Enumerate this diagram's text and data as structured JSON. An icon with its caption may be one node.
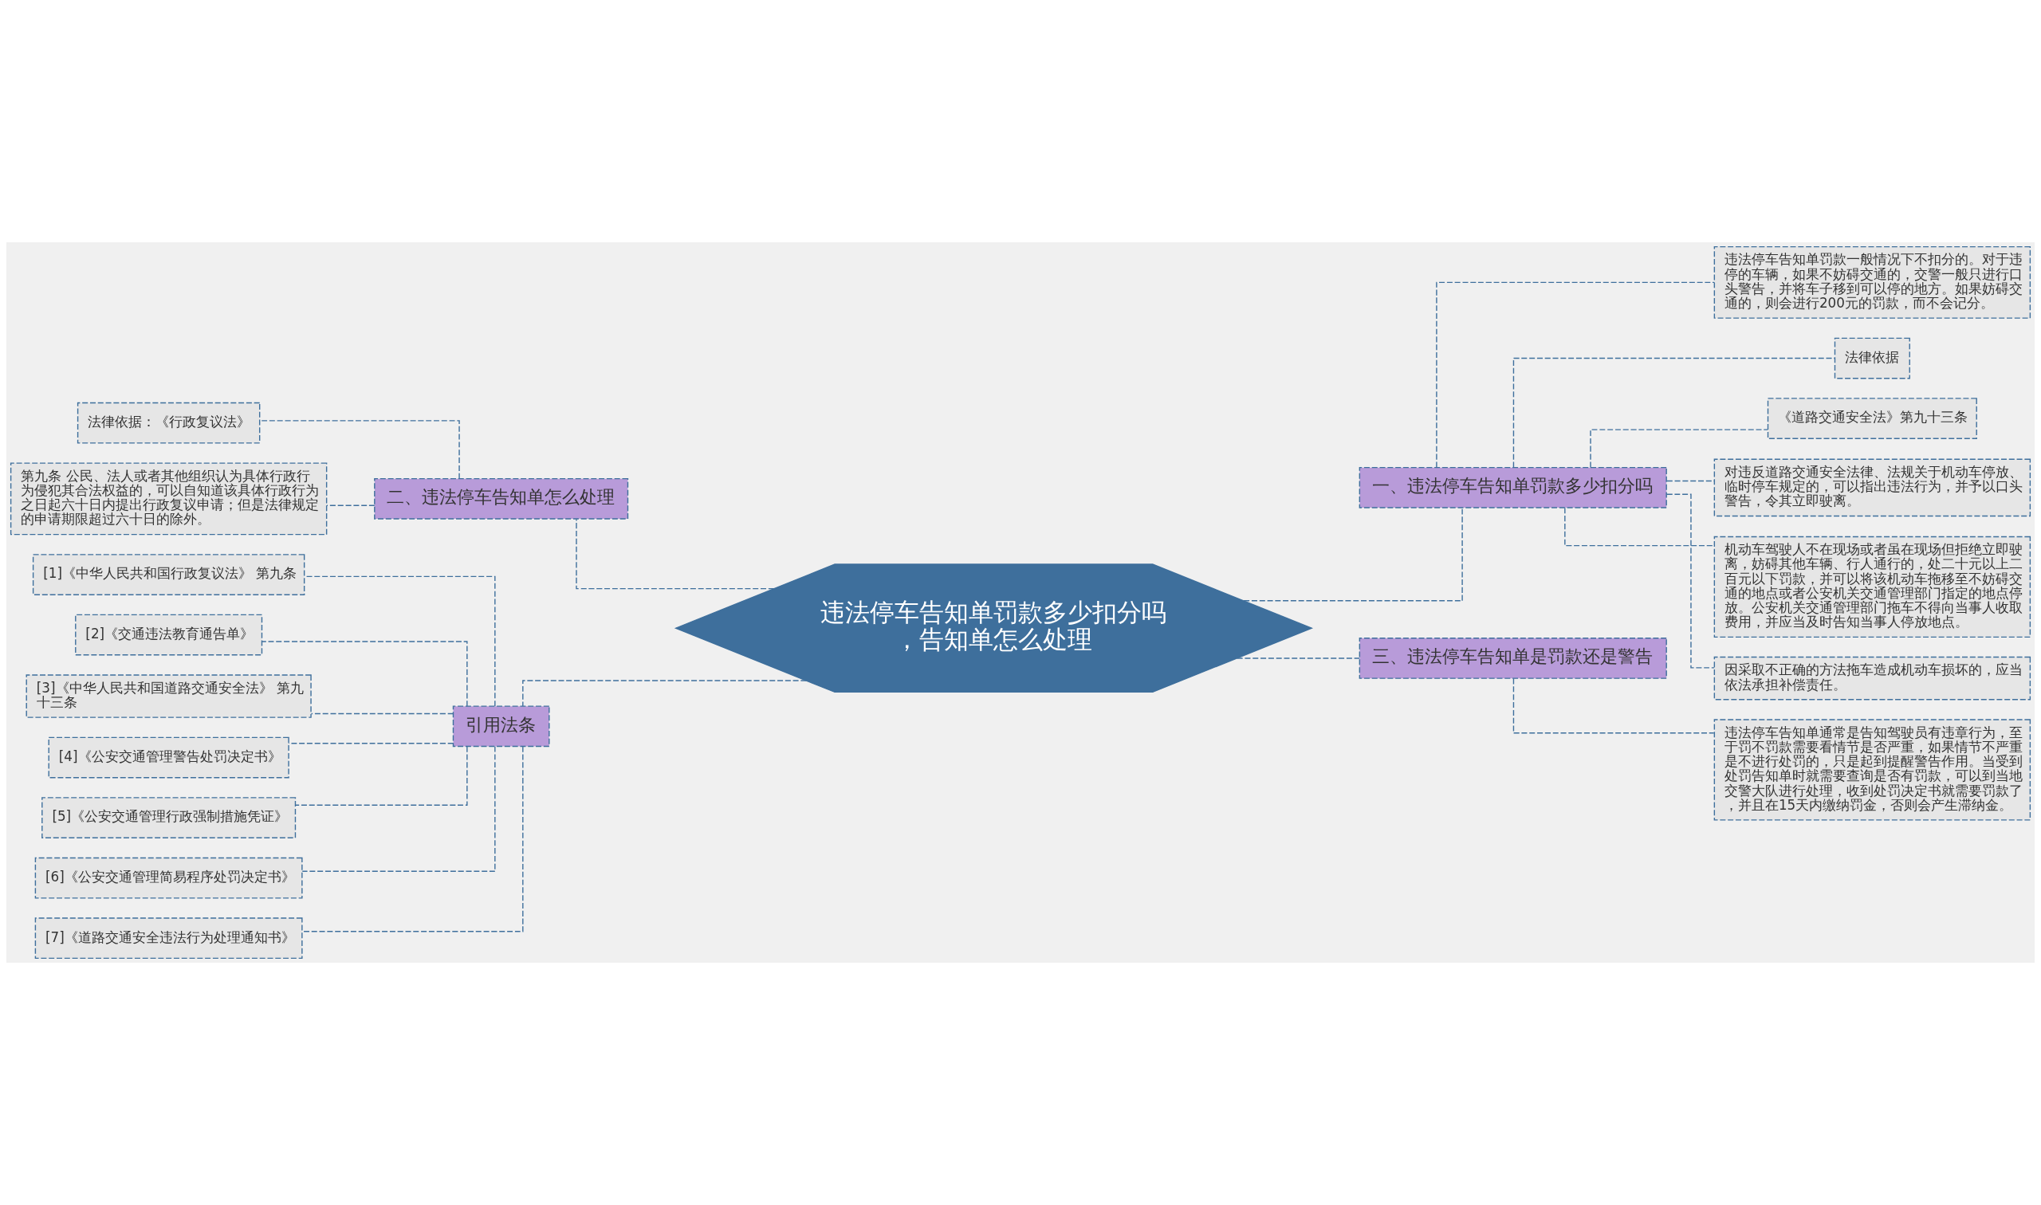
{
  "diagram": {
    "nodes": [
      {
        "text": [
          "违法停车告知单罚款多少扣分吗，告知单怎么处理"
        ]
      },
      {
        "text": [
          "一、违法停车告知单罚款多少扣分吗"
        ]
      },
      {
        "text": [
          "违法停车告知单罚款一般情况下不扣分的。对于违停的车辆，如果不妨碍交通的，交警一般只进行口头警告，并将车子移到可以停的地方。如果妨碍交通的，则会进行200元的罚款，而不会记分。"
        ]
      },
      {
        "text": [
          "法律依据"
        ]
      },
      {
        "text": [
          "《道路交通安全法》第九十三条"
        ]
      },
      {
        "text": [
          "对违反道路交通安全法律、法规关于机动车停放、临时停车规定的，可以指出违法行为，并予以口头警告，令其立即驶离。"
        ]
      },
      {
        "text": [
          "机动车驾驶人不在现场或者虽在现场但拒绝立即驶离，妨碍其他车辆、行人通行的，处二十元以上二百元以下罚款，并可以将该机动车拖移至不妨碍交通的地点或者公安机关交通管理部门指定的地点停放。公安机关交通管理部门拖车不得向当事人收取费用，并应当及时告知当事人停放地点。"
        ]
      },
      {
        "text": [
          "因采取不正确的方法拖车造成机动车损坏的，应当依法承担补偿责任。"
        ]
      },
      {
        "text": [
          "三、违法停车告知单是罚款还是警告"
        ]
      },
      {
        "text": [
          "违法停车告知单通常是告知驾驶员有违章行为，至于罚不罚款需要看情节是否严重，如果情节不严重是不进行处罚的，只是起到提醒警告作用。当受到处罚告知单时就需要查询是否有罚款，可以到当地交警大队进行处理，收到处罚决定书就需要罚款了，并且在15天内缴纳罚金，否则会产生滞纳金。"
        ]
      },
      {
        "text": [
          "二、违法停车告知单怎么处理"
        ]
      },
      {
        "text": [
          "法律依据：《行政复议法》"
        ]
      },
      {
        "text": [
          "第九条 公民、法人或者其他组织认为具体行政行为侵犯其合法权益的，可以自知道该具体行政行为之日起六十日内提出行政复议申请；但是法律规定的申请期限超过六十日的除外。"
        ]
      },
      {
        "text": [
          "引用法条"
        ]
      },
      {
        "text": [
          "[1]《中华人民共和国行政复议法》 第九条"
        ]
      },
      {
        "text": [
          "[2]《交通违法教育通告单》"
        ]
      },
      {
        "text": [
          "[3]《中华人民共和国道路交通安全法》 第九十三条"
        ]
      },
      {
        "text": [
          "[4]《公安交通管理警告处罚决定书》"
        ]
      },
      {
        "text": [
          "[5]《公安交通管理行政强制措施凭证》"
        ]
      },
      {
        "text": [
          "[6]《公安交通管理简易程序处罚决定书》"
        ]
      },
      {
        "text": [
          "[7]《道路交通安全违法行为处理通知书》"
        ]
      }
    ],
    "edges": [
      {
        "from": 0,
        "to": 1,
        "arrow": "none",
        "style": "dashed"
      },
      {
        "from": 1,
        "to": 2,
        "arrow": "none",
        "style": "dashed"
      },
      {
        "from": 1,
        "to": 3,
        "arrow": "none",
        "style": "dashed"
      },
      {
        "from": 1,
        "to": 4,
        "arrow": "none",
        "style": "dashed"
      },
      {
        "from": 1,
        "to": 5,
        "arrow": "none",
        "style": "dashed"
      },
      {
        "from": 1,
        "to": 6,
        "arrow": "none",
        "style": "dashed"
      },
      {
        "from": 1,
        "to": 7,
        "arrow": "none",
        "style": "dashed"
      },
      {
        "from": 0,
        "to": 8,
        "arrow": "none",
        "style": "dashed"
      },
      {
        "from": 8,
        "to": 9,
        "arrow": "none",
        "style": "dashed"
      },
      {
        "from": 0,
        "to": 10,
        "arrow": "none",
        "style": "dashed"
      },
      {
        "from": 10,
        "to": 11,
        "arrow": "none",
        "style": "dashed"
      },
      {
        "from": 10,
        "to": 12,
        "arrow": "none",
        "style": "dashed"
      },
      {
        "from": 0,
        "to": 13,
        "arrow": "none",
        "style": "dashed"
      },
      {
        "from": 13,
        "to": 14,
        "arrow": "none",
        "style": "dashed"
      },
      {
        "from": 13,
        "to": 15,
        "arrow": "none",
        "style": "dashed"
      },
      {
        "from": 13,
        "to": 16,
        "arrow": "none",
        "style": "dashed"
      },
      {
        "from": 13,
        "to": 17,
        "arrow": "none",
        "style": "dashed"
      },
      {
        "from": 13,
        "to": 18,
        "arrow": "none",
        "style": "dashed"
      },
      {
        "from": 13,
        "to": 19,
        "arrow": "none",
        "style": "dashed"
      },
      {
        "from": 13,
        "to": 20,
        "arrow": "none",
        "style": "dashed"
      }
    ]
  }
}
